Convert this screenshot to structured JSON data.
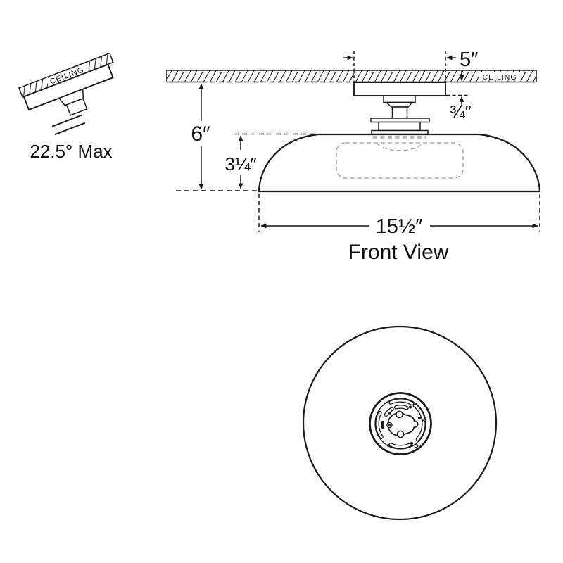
{
  "drawing": {
    "type": "lighting-fixture-spec-drawing",
    "colors": {
      "line": "#111111",
      "ghost": "#9c9c9c",
      "background": "#ffffff"
    }
  },
  "tilt_view": {
    "ceiling_label": "CEILING",
    "angle_label": "22.5° Max"
  },
  "front_view": {
    "view_label": "Front View",
    "ceiling_label": "CEILING",
    "dim_canopy_width": "5″",
    "dim_canopy_drop": "¾″",
    "dim_overall_height": "6″",
    "dim_shade_height": "3¼″",
    "dim_overall_width": "15½″"
  },
  "bottom_view": {
    "description": "bottom view of round flush mount with center mounting plate"
  }
}
